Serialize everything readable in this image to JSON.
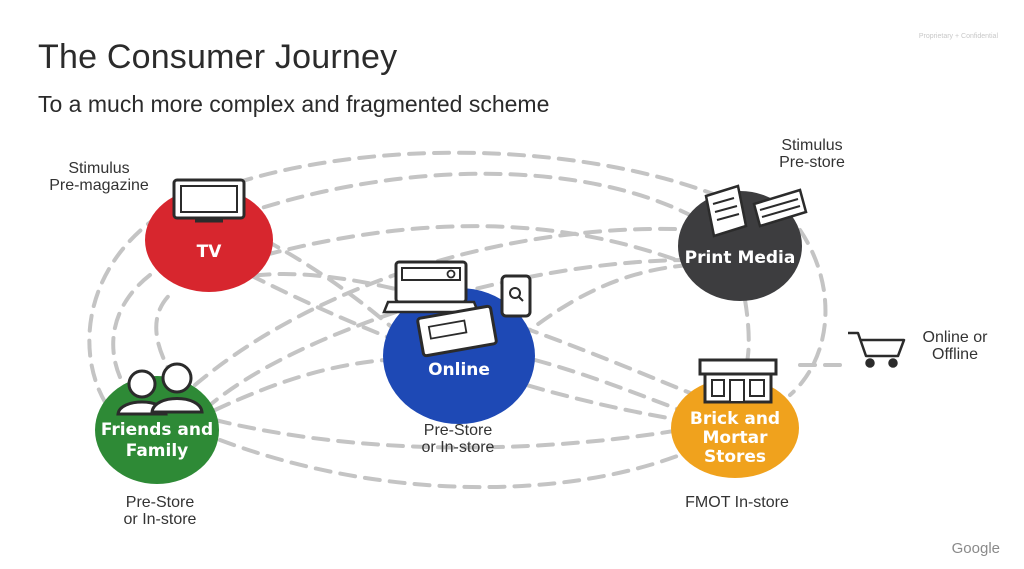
{
  "header": {
    "title": "The Consumer Journey",
    "subtitle": "To a much more complex and fragmented scheme",
    "confidential": "Proprietary + Confidential"
  },
  "footer": {
    "brand": "Google"
  },
  "nodes": {
    "tv": {
      "label": "TV",
      "color": "#d7262e",
      "icon": "television-icon"
    },
    "print": {
      "label": "Print Media",
      "color": "#3d3d3f",
      "icon": "newspaper-icon"
    },
    "online": {
      "label": "Online",
      "color": "#1e49b5",
      "icon": "devices-icon"
    },
    "friends": {
      "line1": "Friends and",
      "line2": "Family",
      "color": "#2e8a36",
      "icon": "people-icon"
    },
    "stores": {
      "line1": "Brick and",
      "line2": "Mortar",
      "line3": "Stores",
      "color": "#f0a21d",
      "icon": "storefront-icon"
    },
    "cart": {
      "icon": "shopping-cart-icon"
    }
  },
  "annotations": {
    "tv": {
      "line1": "Stimulus",
      "line2": "Pre-magazine"
    },
    "print": {
      "line1": "Stimulus",
      "line2": "Pre-store"
    },
    "online": {
      "line1": "Pre-Store",
      "line2": "or In-store"
    },
    "friends": {
      "line1": "Pre-Store",
      "line2": "or In-store"
    },
    "stores": {
      "line1": "FMOT In-store"
    },
    "cart": {
      "line1": "Online or",
      "line2": "Offline"
    }
  },
  "colors": {
    "connector": "#c4c4c4"
  }
}
